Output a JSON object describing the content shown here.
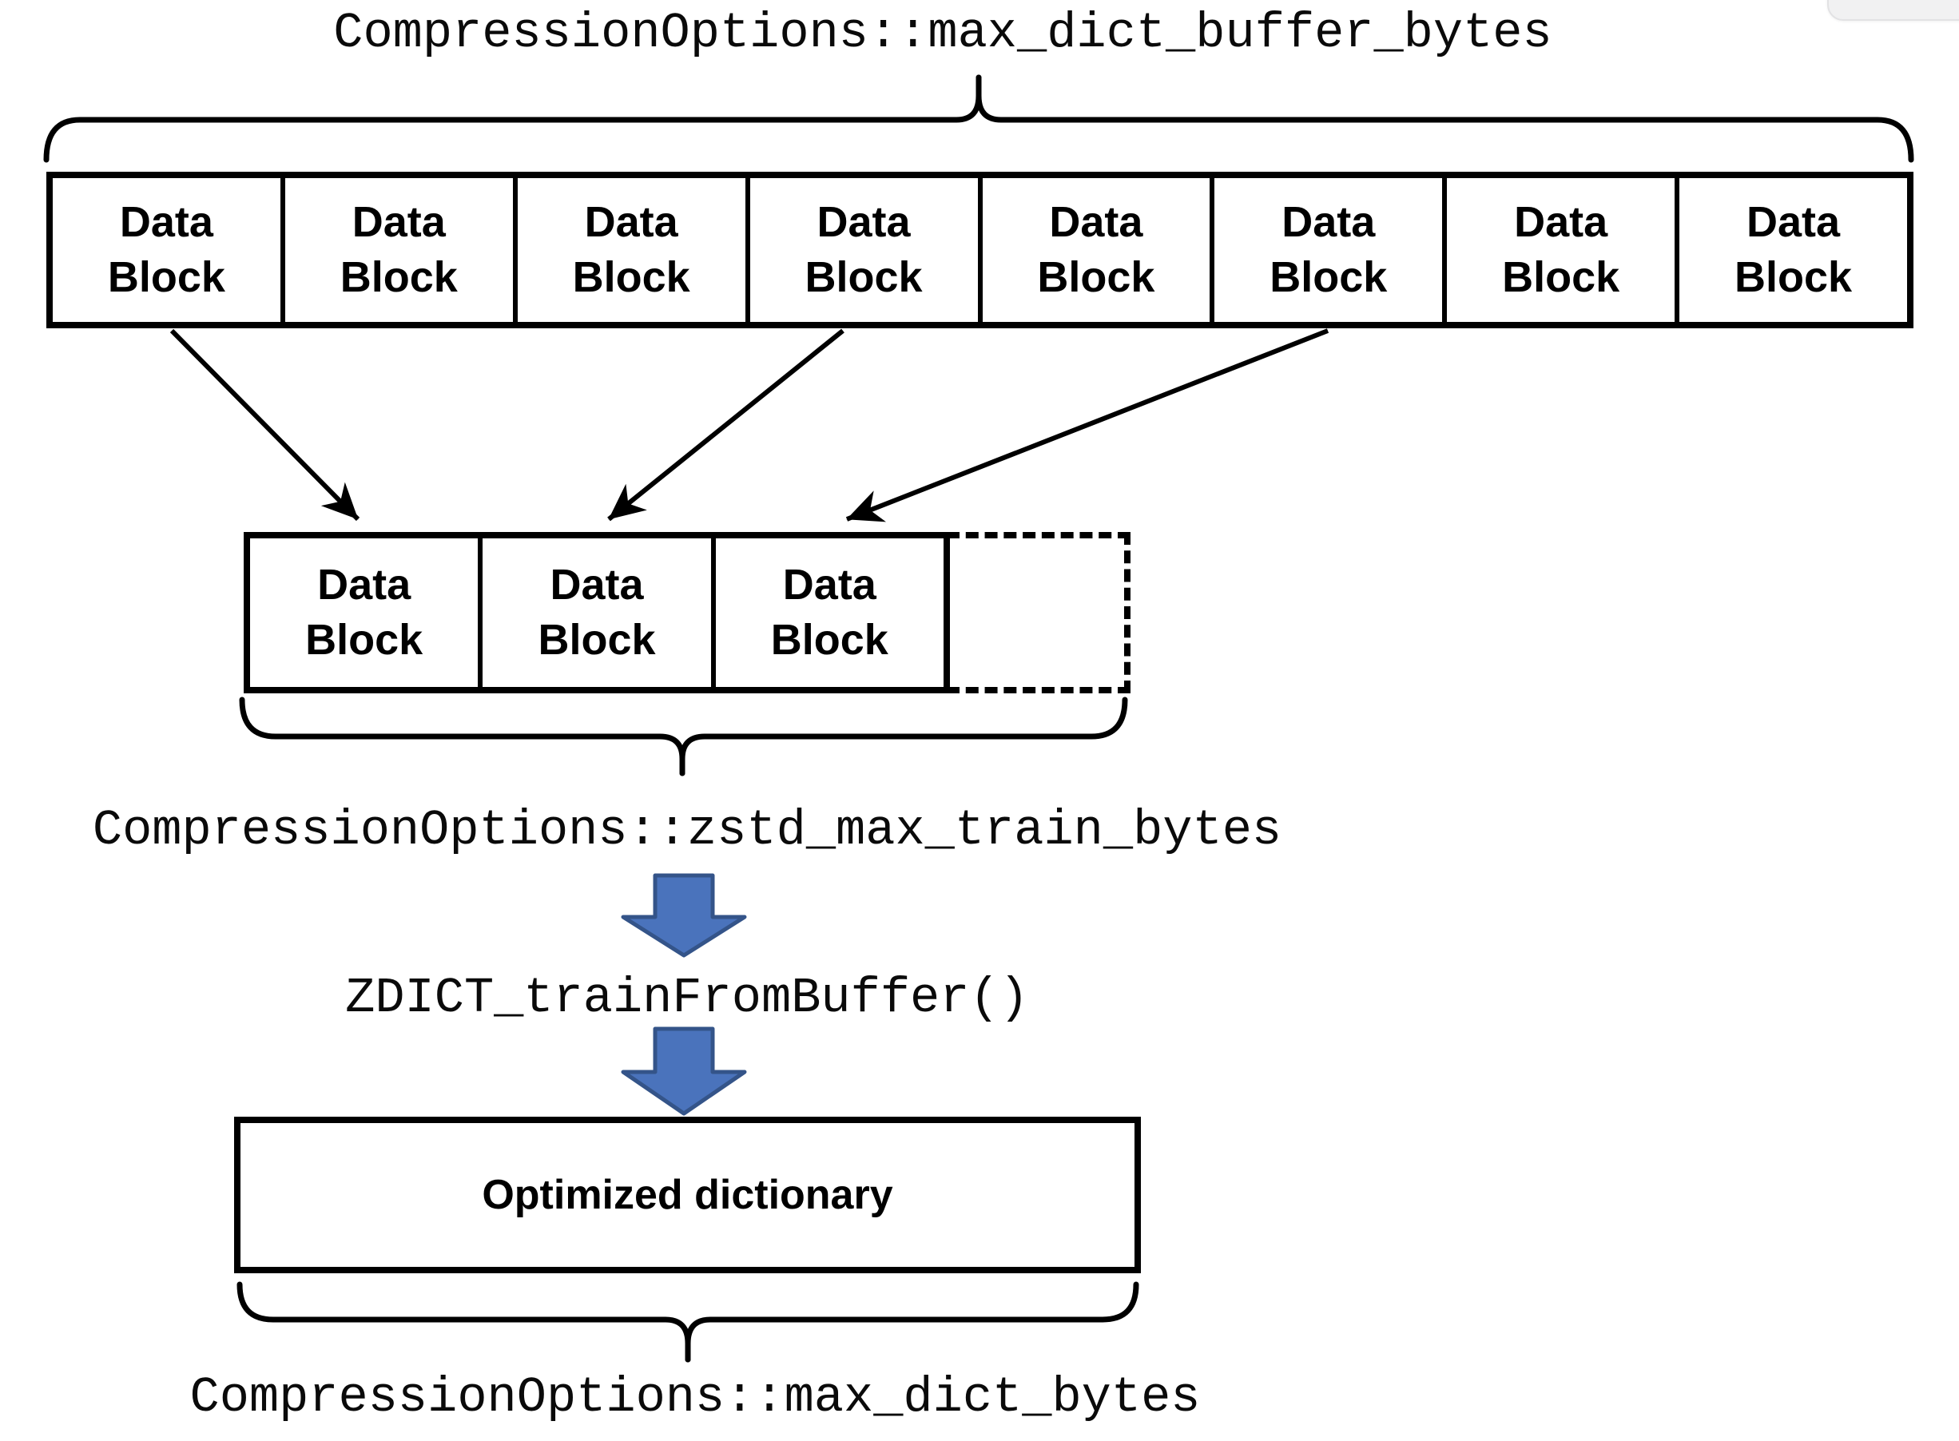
{
  "colors": {
    "line": "#000000",
    "arrow_fill": "#4A73BC",
    "arrow_stroke": "#345489",
    "overlay_bg": "#f1f1f2"
  },
  "labels": {
    "max_dict_buffer_bytes": "CompressionOptions::max_dict_buffer_bytes",
    "zstd_max_train_bytes": "CompressionOptions::zstd_max_train_bytes",
    "zdict_train_from_buffer": "ZDICT_trainFromBuffer()",
    "max_dict_bytes": "CompressionOptions::max_dict_bytes"
  },
  "top_row": {
    "blocks": [
      {
        "lines": [
          "Data",
          "Block"
        ]
      },
      {
        "lines": [
          "Data",
          "Block"
        ]
      },
      {
        "lines": [
          "Data",
          "Block"
        ]
      },
      {
        "lines": [
          "Data",
          "Block"
        ]
      },
      {
        "lines": [
          "Data",
          "Block"
        ]
      },
      {
        "lines": [
          "Data",
          "Block"
        ]
      },
      {
        "lines": [
          "Data",
          "Block"
        ]
      },
      {
        "lines": [
          "Data",
          "Block"
        ]
      }
    ]
  },
  "train_row": {
    "blocks": [
      {
        "lines": [
          "Data",
          "Block"
        ]
      },
      {
        "lines": [
          "Data",
          "Block"
        ]
      },
      {
        "lines": [
          "Data",
          "Block"
        ]
      }
    ],
    "remainder_label": ""
  },
  "dictionary_box": {
    "label": "Optimized dictionary"
  }
}
